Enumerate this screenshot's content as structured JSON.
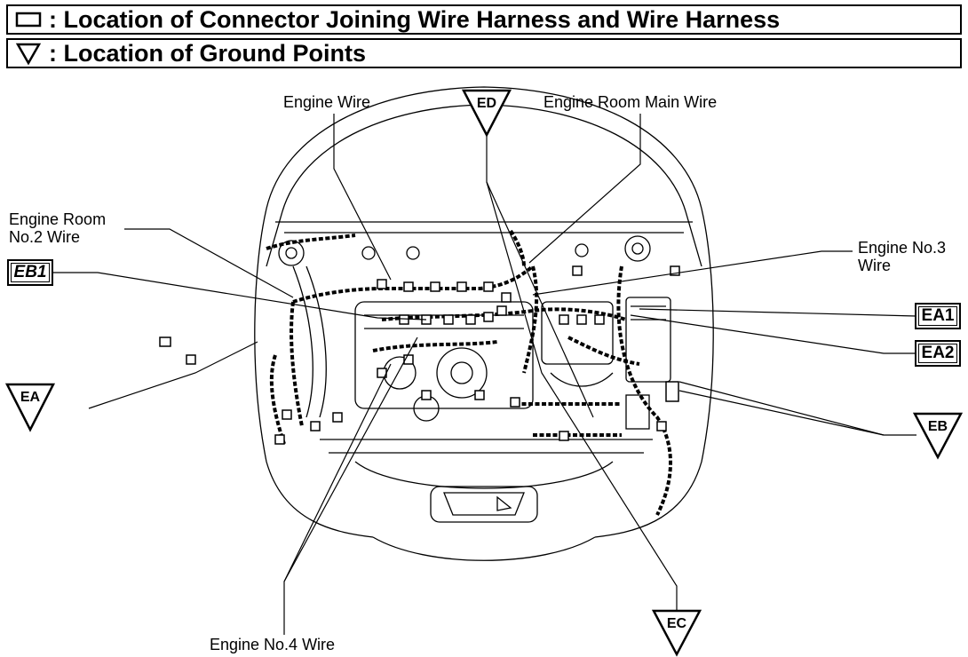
{
  "legend": {
    "connector_text": ": Location of Connector Joining Wire Harness and Wire Harness",
    "ground_text": ": Location of Ground Points"
  },
  "labels": {
    "engine_wire": "Engine Wire",
    "engine_room_main_wire": "Engine Room Main Wire",
    "engine_room_no2_wire_line1": "Engine Room",
    "engine_room_no2_wire_line2": "No.2 Wire",
    "engine_no3_wire_line1": "Engine No.3",
    "engine_no3_wire_line2": "Wire",
    "engine_no4_wire": "Engine No.4 Wire"
  },
  "connectors": {
    "eb1": "EB1",
    "ea1": "EA1",
    "ea2": "EA2"
  },
  "grounds": {
    "ed": "ED",
    "ea": "EA",
    "eb": "EB",
    "ec": "EC"
  }
}
